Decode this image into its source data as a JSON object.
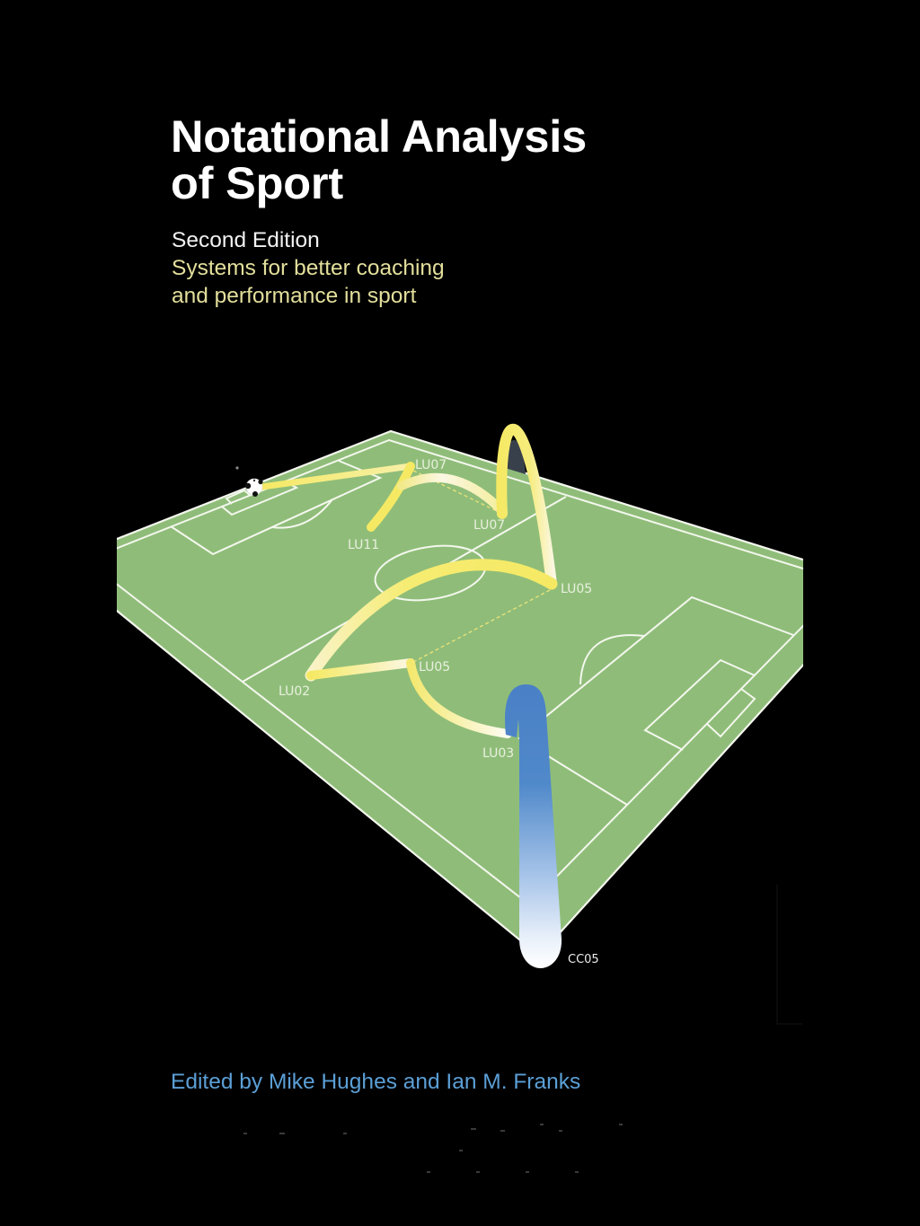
{
  "cover": {
    "title_line1": "Notational Analysis",
    "title_line2": "of Sport",
    "edition": "Second Edition",
    "subtitle_line1": "Systems for better coaching",
    "subtitle_line2": "and performance in sport",
    "editors": "Edited by Mike Hughes and Ian M. Franks"
  },
  "illustration": {
    "description": "Perspective football pitch with a passing sequence traced from the ball to a shot",
    "labels": [
      {
        "text": "LU07"
      },
      {
        "text": "LU07"
      },
      {
        "text": "LU11"
      },
      {
        "text": "LU05"
      },
      {
        "text": "LU05"
      },
      {
        "text": "LU02"
      },
      {
        "text": "LU03"
      },
      {
        "text": "CC05"
      }
    ],
    "icons": {
      "ball": "football-icon"
    }
  },
  "colors": {
    "background": "#000000",
    "pitch": "#8fbd79",
    "pitch_lines": "#f4f7ee",
    "title": "#ffffff",
    "edition": "#f2f2f2",
    "subtitle": "#e3df9c",
    "editors": "#5b9fd6",
    "label_text": "#e9f0df",
    "pass_yellow": "#f5e964",
    "pass_cream": "#fbf7e2",
    "shot_blue": "#4a80c6",
    "shot_white": "#ffffff"
  }
}
